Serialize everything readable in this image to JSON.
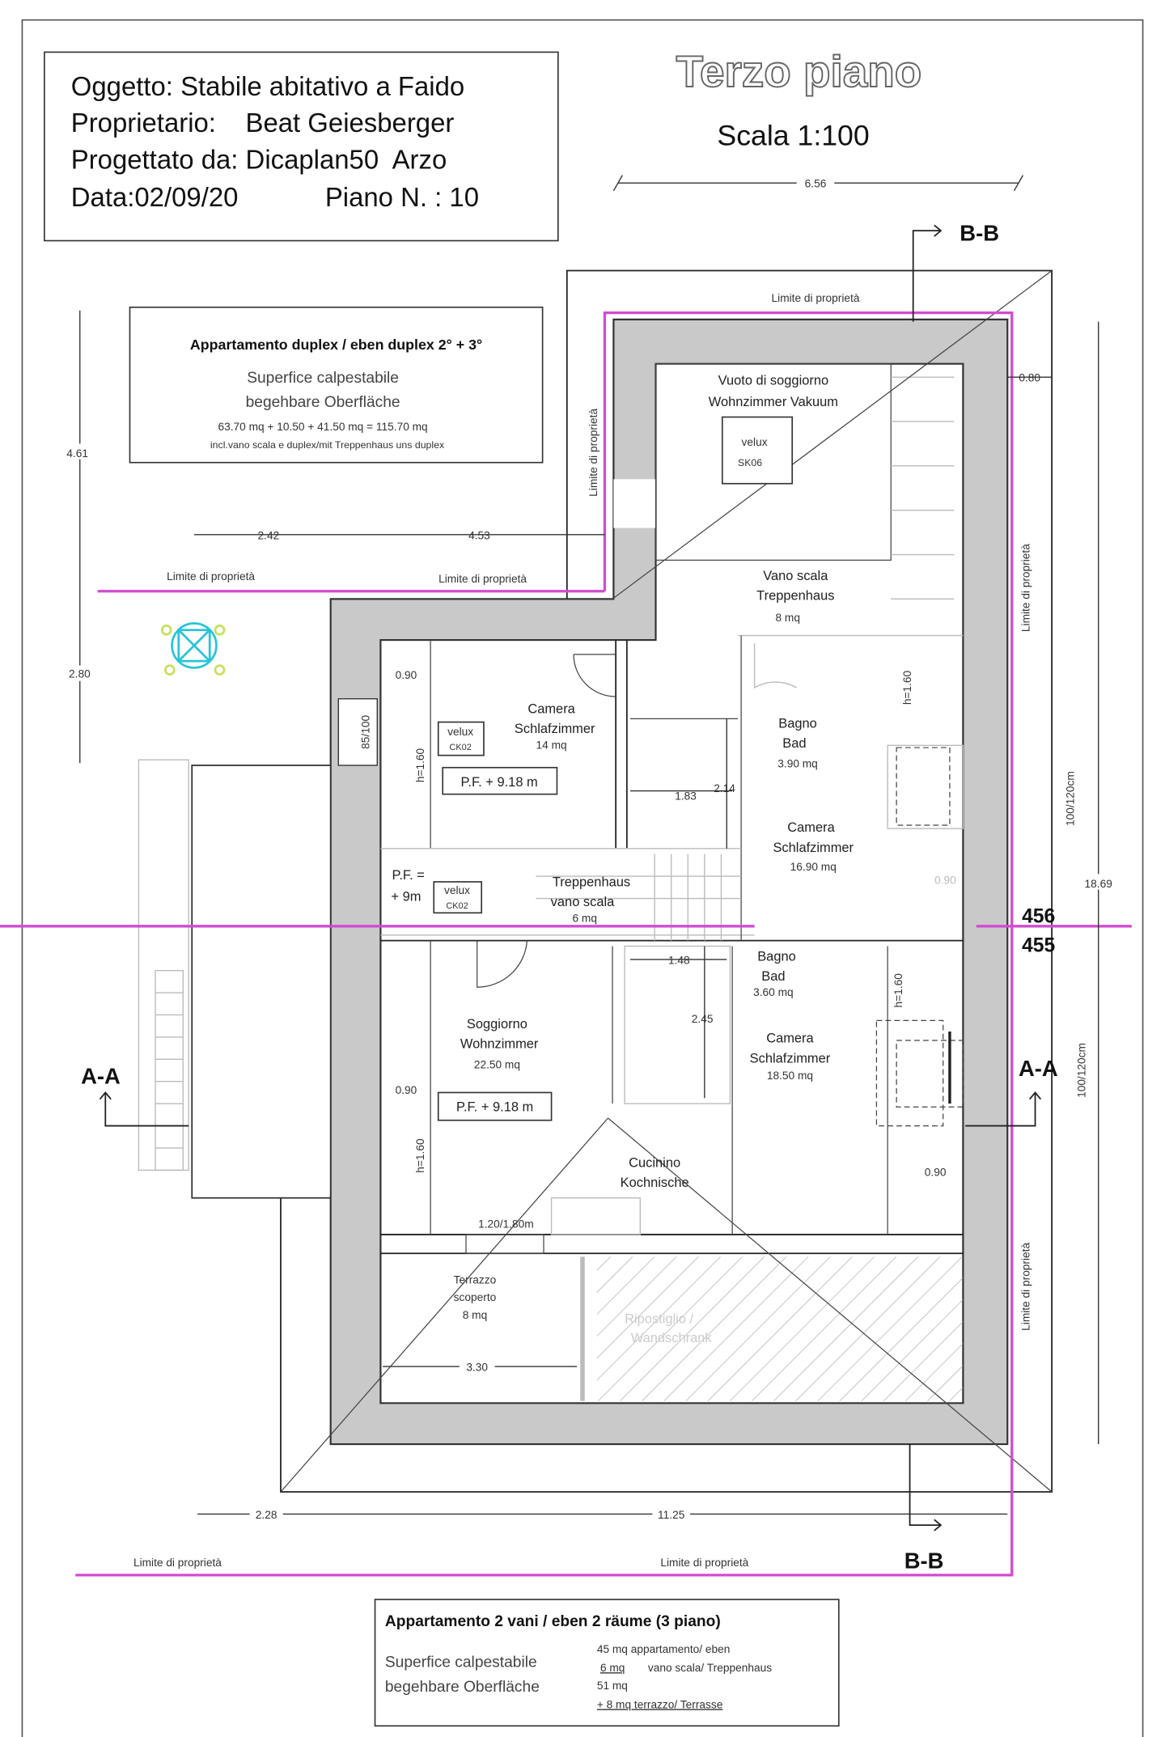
{
  "title_block": {
    "oggetto": "Oggetto: Stabile abitativo a Faido",
    "proprietario": "Proprietario:    Beat Geiesberger",
    "progettato": "Progettato da: Dicaplan50  Arzo",
    "data": "Data:02/09/20",
    "piano": "Piano  N. : 10"
  },
  "heading": {
    "title": "Terzo piano",
    "scale": "Scala 1:100"
  },
  "duplex_box": {
    "title": "Appartamento duplex / eben duplex 2° + 3°",
    "line1": "Superfice calpestabile",
    "line2": "begehbare Oberfläche",
    "calc": "63.70 mq + 10.50 + 41.50 mq = 115.70 mq",
    "note": "incl.vano scala e duplex/mit Treppenhaus uns duplex"
  },
  "summary_box": {
    "title": "Appartamento 2 vani / eben 2 räume  (3 piano)",
    "label1": "Superfice calpestabile",
    "label2": "begehbare Oberfläche",
    "row1": "45 mq  appartamento/ eben",
    "row2_val": "6 mq",
    "row2_txt": "vano scala/ Treppenhaus",
    "row3": "51 mq",
    "row4": "+ 8 mq terrazzo/ Terrasse"
  },
  "sections": {
    "bb": "B-B",
    "aa": "A-A",
    "level_upper": "456",
    "level_lower": "455"
  },
  "property_limit": "Limite di proprietà",
  "dimensions": {
    "d656": "6.56",
    "d461": "4.61",
    "d280": "2.80",
    "d242": "2.42",
    "d453": "4.53",
    "d080": "0.80",
    "d1869": "18.69",
    "d228": "2.28",
    "d1125": "11.25",
    "d330": "3.30",
    "d090": "0.90",
    "d183": "1.83",
    "d214": "2.14",
    "d148": "1.48",
    "d245": "2.45",
    "h160": "h=1.60",
    "win": "100/120cm",
    "w85": "85/100",
    "d120180": "1.20/1.80m"
  },
  "rooms": {
    "vuoto": [
      "Vuoto di soggiorno",
      "Wohnzimmer Vakuum"
    ],
    "vano": [
      "Vano scala",
      "Treppenhaus",
      "8 mq"
    ],
    "camera1": [
      "Camera",
      "Schlafzimmer",
      "14 mq"
    ],
    "bagno1": [
      "Bagno",
      "Bad",
      "3.90 mq"
    ],
    "camera2": [
      "Camera",
      "Schlafzimmer",
      "16.90 mq"
    ],
    "trepp": [
      "Treppenhaus",
      "vano scala",
      "6 mq"
    ],
    "bagno2": [
      "Bagno",
      "Bad",
      "3.60 mq"
    ],
    "soggiorno": [
      "Soggiorno",
      "Wohnzimmer",
      "22.50 mq"
    ],
    "camera3": [
      "Camera",
      "Schlafzimmer",
      "18.50 mq"
    ],
    "cucina": [
      "Cucinino",
      "Kochnische"
    ],
    "terrazzo": [
      "Terrazzo",
      "scoperto",
      "8 mq"
    ],
    "ripost": [
      "Ripostiglio /",
      "Wandschrank"
    ]
  },
  "labels": {
    "velux": "velux",
    "sk06": "SK06",
    "ck02": "CK02",
    "pf918": "P.F.  + 9.18 m",
    "pf_a": "P.F. =",
    "pf_b": "+ 9m"
  },
  "colors": {
    "property_line": "#d24bd2",
    "wall": "#c9c9c9",
    "compass": "#29c4d8"
  }
}
